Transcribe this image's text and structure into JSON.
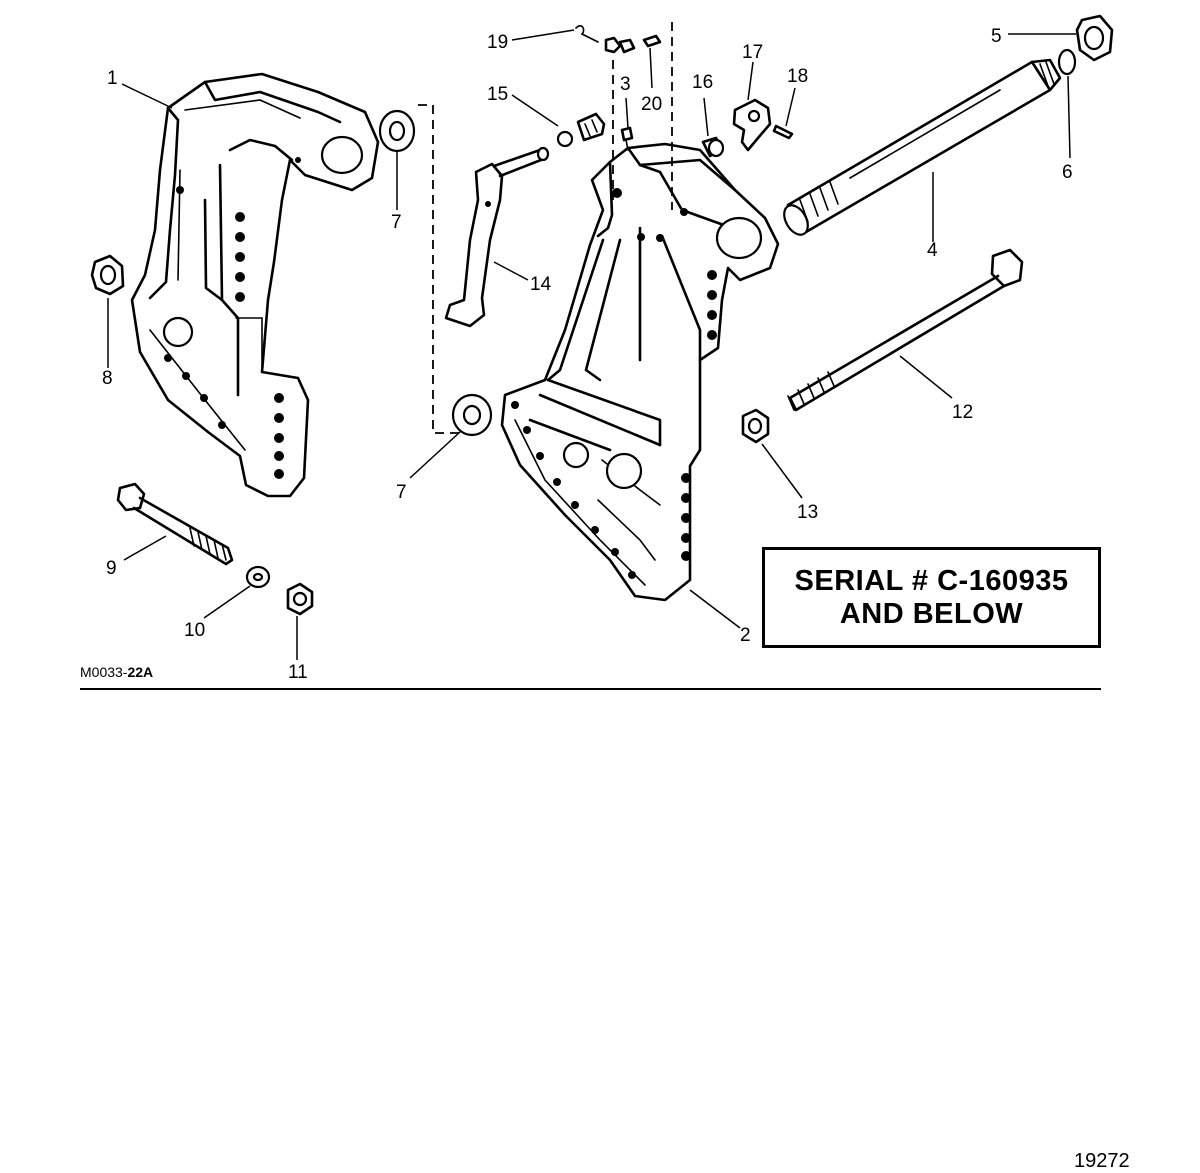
{
  "callouts": [
    {
      "label": "1"
    },
    {
      "label": "2"
    },
    {
      "label": "3"
    },
    {
      "label": "4"
    },
    {
      "label": "5"
    },
    {
      "label": "6"
    },
    {
      "label": "7"
    },
    {
      "label": "7"
    },
    {
      "label": "8"
    },
    {
      "label": "9"
    },
    {
      "label": "10"
    },
    {
      "label": "11"
    },
    {
      "label": "12"
    },
    {
      "label": "13"
    },
    {
      "label": "14"
    },
    {
      "label": "15"
    },
    {
      "label": "16"
    },
    {
      "label": "17"
    },
    {
      "label": "18"
    },
    {
      "label": "19"
    },
    {
      "label": "20"
    }
  ],
  "serial_box": {
    "line1": "SERIAL # C-160935",
    "line2": "AND BELOW"
  },
  "reference_code": {
    "prefix": "M0033-",
    "suffix": "22A"
  },
  "figure_number": "19272"
}
